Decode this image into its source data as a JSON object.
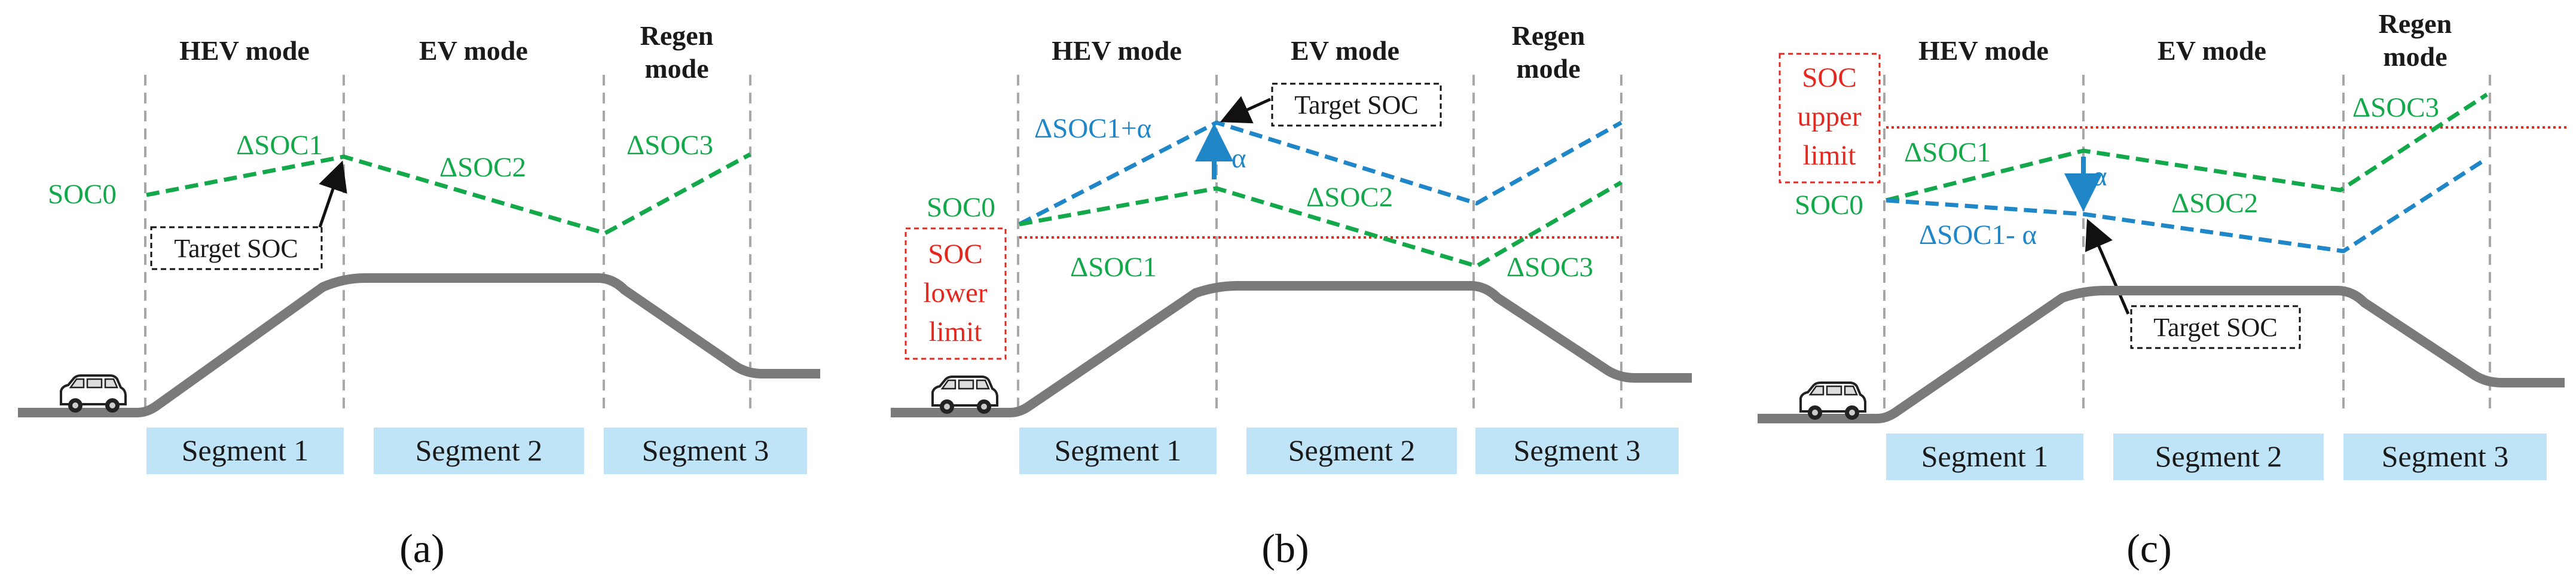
{
  "panels": [
    {
      "id": "a",
      "caption": "(a)",
      "modes": [
        "HEV mode",
        "EV mode",
        "Regen",
        "mode"
      ],
      "segments": [
        "Segment 1",
        "Segment 2",
        "Segment 3"
      ],
      "green_labels": [
        "SOC0",
        "ΔSOC1",
        "ΔSOC2",
        "ΔSOC3"
      ],
      "target_label": "Target SOC"
    },
    {
      "id": "b",
      "caption": "(b)",
      "modes": [
        "HEV mode",
        "EV mode",
        "Regen",
        "mode"
      ],
      "segments": [
        "Segment 1",
        "Segment 2",
        "Segment 3"
      ],
      "green_labels": [
        "SOC0",
        "ΔSOC2",
        "ΔSOC1",
        "ΔSOC3"
      ],
      "blue_labels": [
        "ΔSOC1+α",
        "α"
      ],
      "target_label": "Target SOC",
      "limit_label": [
        "SOC",
        "lower",
        "limit"
      ]
    },
    {
      "id": "c",
      "caption": "(c)",
      "modes": [
        "HEV mode",
        "EV mode",
        "Regen",
        "mode"
      ],
      "segments": [
        "Segment 1",
        "Segment 2",
        "Segment 3"
      ],
      "green_labels": [
        "SOC0",
        "ΔSOC1",
        "ΔSOC2",
        "ΔSOC3"
      ],
      "blue_labels": [
        "ΔSOC1- α",
        "α"
      ],
      "target_label": "Target SOC",
      "limit_label": [
        "SOC",
        "upper",
        "limit"
      ]
    }
  ],
  "colors": {
    "green": "#13a84a",
    "blue": "#1f86c8",
    "red": "#e5281f",
    "road": "#7a7a7a",
    "segment_box": "#bfe3f7"
  }
}
